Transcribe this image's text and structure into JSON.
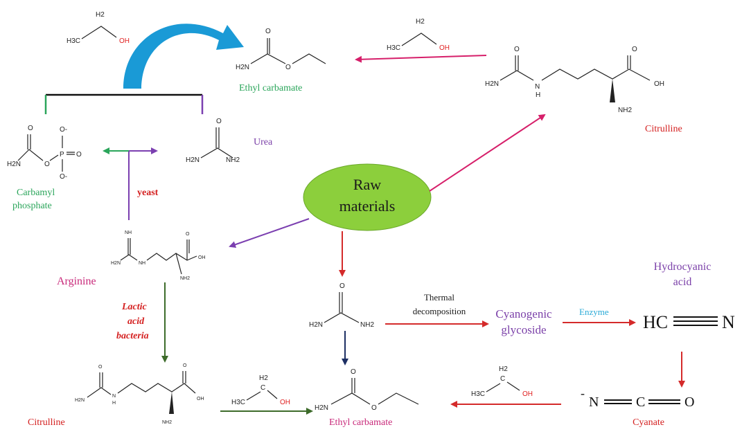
{
  "colors": {
    "green_label": "#2aa55a",
    "purple_label": "#7a3fa8",
    "magenta_label": "#c8297a",
    "red_text": "#d42020",
    "red_arrow": "#d42a2a",
    "magenta_arrow": "#d61f6a",
    "purple_arrow": "#7b3fb0",
    "dark_green_arrow": "#3d6b2a",
    "navy_arrow": "#1c2f63",
    "blue_curve_arrow": "#1a9ad6",
    "ellipse_fill": "#8ccf3c",
    "enzyme_blue": "#27a9d6"
  },
  "labels": {
    "ethyl_carbamate_top": "Ethyl carbamate",
    "citrulline_top": "Citrulline",
    "urea": "Urea",
    "carbamyl_line1": "Carbamyl",
    "carbamyl_line2": "phosphate",
    "yeast": "yeast",
    "raw_line1": "Raw",
    "raw_line2": "materials",
    "arginine": "Arginine",
    "lab_line1": "Lactic",
    "lab_line2": "acid",
    "lab_line3": "bacteria",
    "thermal_line1": "Thermal",
    "thermal_line2": "decomposition",
    "cyanogenic_line1": "Cyanogenic",
    "cyanogenic_line2": "glycoside",
    "enzyme": "Enzyme",
    "hydrocyanic_line1": "Hydrocyanic",
    "hydrocyanic_line2": "acid",
    "hcn_hc": "HC",
    "hcn_n": "N",
    "citrulline_bottom": "Citrulline",
    "ethyl_carbamate_bottom": "Ethyl carbamate",
    "cyanate": "Cyanate",
    "cyanate_minus": "-",
    "cyanate_n": "N",
    "cyanate_c": "C",
    "cyanate_o": "O"
  },
  "chem": {
    "ethanol_h3c": "H3C",
    "ethanol_h2": "H2",
    "ethanol_c": "C",
    "ethanol_oh": "OH",
    "o": "O",
    "h2n": "H2N",
    "nh2": "NH2",
    "nh": "NH",
    "n": "N",
    "h": "H",
    "oh": "OH",
    "o_minus": "O-",
    "p": "P"
  }
}
